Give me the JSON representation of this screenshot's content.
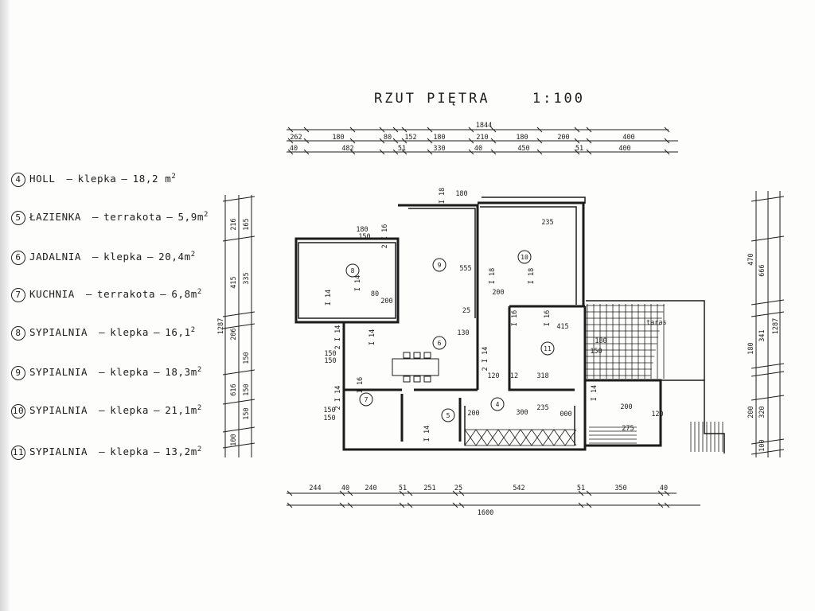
{
  "title": {
    "text": "RZUT  PIĘTRA",
    "scale": "1:100"
  },
  "legend": [
    {
      "num": "4",
      "name": "HOLL",
      "finish": "klepka",
      "area": "18,2 m"
    },
    {
      "num": "5",
      "name": "ŁAZIENKA",
      "finish": "terrakota",
      "area": "5,9m"
    },
    {
      "num": "6",
      "name": "JADALNIA",
      "finish": "klepka",
      "area": "20,4m"
    },
    {
      "num": "7",
      "name": "KUCHNIA",
      "finish": "terrakota",
      "area": "6,8m"
    },
    {
      "num": "8",
      "name": "SYPIALNIA",
      "finish": "klepka",
      "area": "16,1"
    },
    {
      "num": "9",
      "name": "SYPIALNIA",
      "finish": "klepka",
      "area": "18,3m"
    },
    {
      "num": "10",
      "name": "SYPIALNIA",
      "finish": "klepka",
      "area": "21,1m"
    },
    {
      "num": "11",
      "name": "SYPIALNIA",
      "finish": "klepka",
      "area": "13,2m"
    }
  ],
  "superscript": "2",
  "dash": "—",
  "plan": {
    "rooms": [
      "4",
      "5",
      "6",
      "7",
      "8",
      "9",
      "10",
      "11"
    ],
    "terrace_label": "taras",
    "top_overall": "1844",
    "top_row1": [
      "262",
      "180",
      "80",
      "152",
      "180",
      "210",
      "180",
      "200",
      "400"
    ],
    "top_row2": [
      "40",
      "482",
      "51",
      "330",
      "40",
      "450",
      "51",
      "400"
    ],
    "bottom_overall": "1600",
    "bottom_row": [
      "244",
      "40",
      "240",
      "51",
      "251",
      "25",
      "542",
      "51",
      "350",
      "40"
    ],
    "left_overall": "1287",
    "left_col1": [
      "216",
      "415",
      "206",
      "616",
      "100"
    ],
    "left_col2": [
      "165",
      "335",
      "150",
      "150",
      "150"
    ],
    "right_overall": "1287",
    "right_col1": [
      "666",
      "341",
      "320",
      "100"
    ],
    "right_col2": [
      "470",
      "180",
      "200"
    ],
    "inner_labels": [
      "180",
      "150",
      "2 I 16",
      "I 14",
      "I 14",
      "80",
      "200",
      "I 18",
      "25",
      "555",
      "I 18",
      "I 18",
      "200",
      "235",
      "I 16",
      "I 16",
      "415",
      "180",
      "150",
      "318",
      "120",
      "12",
      "200",
      "300",
      "235",
      "I 14",
      "150",
      "150",
      "150",
      "150",
      "2 I 14",
      "2 I 14",
      "I 16",
      "I 14",
      "2 I 14",
      "I 14",
      "000",
      "200",
      "120",
      "275",
      "130",
      "180"
    ]
  }
}
